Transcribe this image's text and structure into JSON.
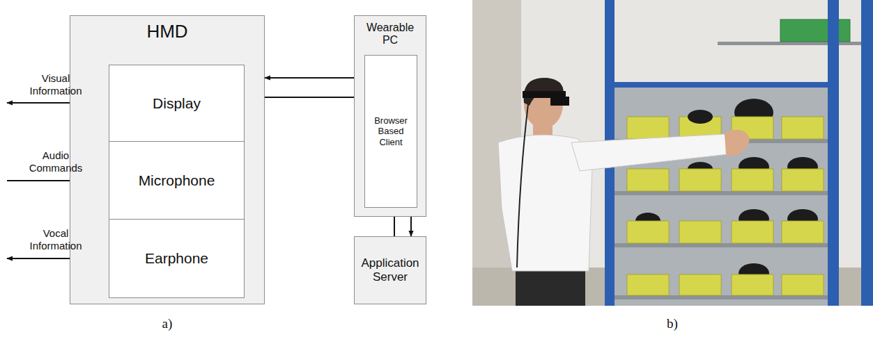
{
  "diagram": {
    "nodes": [
      {
        "text": [
          "HMD"
        ]
      },
      {
        "text": [
          "Display"
        ],
        "in": 0
      },
      {
        "text": [
          "Microphone"
        ],
        "in": 0
      },
      {
        "text": [
          "Earphone"
        ],
        "in": 0
      },
      {
        "text": [
          "Wearable PC"
        ]
      },
      {
        "text": [
          "Browser Based Client"
        ],
        "in": 4
      },
      {
        "text": [
          "Application Server"
        ]
      }
    ],
    "edges": [
      {
        "from": 5,
        "to": 0,
        "arrow": "to"
      },
      {
        "from": 0,
        "to": 5,
        "arrow": "to"
      },
      {
        "from": 6,
        "to": 5,
        "arrow": "to"
      },
      {
        "from": 5,
        "to": 6,
        "arrow": "to"
      }
    ],
    "labels": [
      "Visual Information",
      "Audio Commands",
      "Vocal Information",
      "a)",
      "b)"
    ]
  }
}
